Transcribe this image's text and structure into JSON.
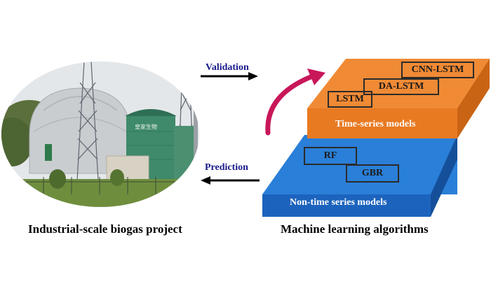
{
  "left": {
    "caption": "Industrial-scale biogas project",
    "photo_signage": "皇家生物"
  },
  "arrows": {
    "validation_label": "Validation",
    "prediction_label": "Prediction"
  },
  "right": {
    "caption": "Machine learning algorithms",
    "top_layer": {
      "label": "Time-series models",
      "color": "#ef8a33",
      "models": [
        "LSTM",
        "DA-LSTM",
        "CNN-LSTM"
      ]
    },
    "bottom_layer": {
      "label": "Non-time series models",
      "color": "#1e6fd0",
      "models": [
        "RF",
        "GBR"
      ]
    },
    "curved_arrow_color": "#c8175a"
  }
}
